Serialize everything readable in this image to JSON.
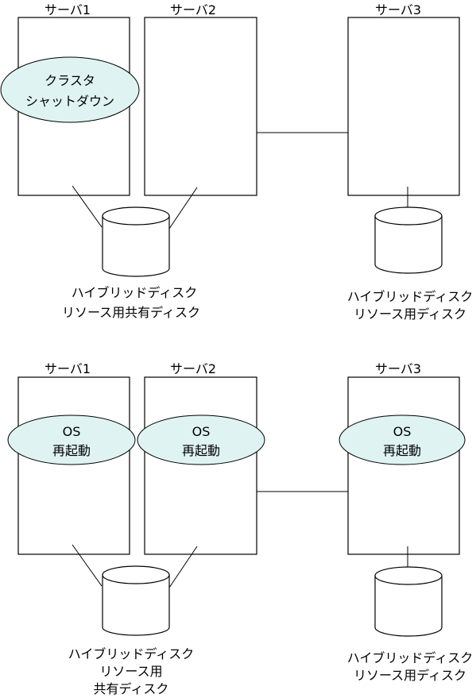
{
  "top": {
    "servers": [
      {
        "label": "サーバ1"
      },
      {
        "label": "サーバ2"
      },
      {
        "label": "サーバ3"
      }
    ],
    "status": {
      "lines": [
        "クラスタ",
        "シャットダウン"
      ]
    },
    "shared_disk": {
      "lines": [
        "ハイブリッドディスク",
        "リソース用共有ディスク"
      ]
    },
    "disk3": {
      "lines": [
        "ハイブリッドディスク",
        "リソース用ディスク"
      ]
    }
  },
  "bottom": {
    "servers": [
      {
        "label": "サーバ1",
        "status_lines": [
          "OS",
          "再起動"
        ]
      },
      {
        "label": "サーバ2",
        "status_lines": [
          "OS",
          "再起動"
        ]
      },
      {
        "label": "サーバ3",
        "status_lines": [
          "OS",
          "再起動"
        ]
      }
    ],
    "shared_disk": {
      "lines": [
        "ハイブリッドディスク",
        "リソース用",
        "共有ディスク"
      ]
    },
    "disk3": {
      "lines": [
        "ハイブリッドディスク",
        "リソース用ディスク"
      ]
    }
  }
}
